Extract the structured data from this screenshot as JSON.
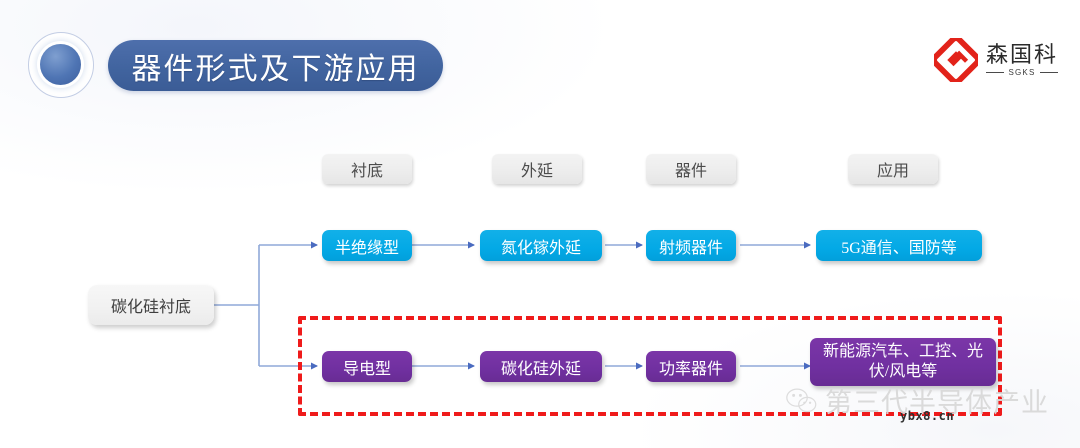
{
  "header": {
    "title": "器件形式及下游应用",
    "decor_icon": "concentric-circle-decoration"
  },
  "brand": {
    "name_cn": "森国科",
    "abbr": "SGKS",
    "mark_icon": "sgks-diamond-logo",
    "mark_color": "#E2231A"
  },
  "diagram": {
    "type": "flow",
    "column_headers": [
      {
        "label": "衬底"
      },
      {
        "label": "外延"
      },
      {
        "label": "器件"
      },
      {
        "label": "应用"
      }
    ],
    "source_node": {
      "label": "碳化硅衬底"
    },
    "rows": [
      {
        "name": "semi-insulating-rf-chain",
        "color": "#03A9E6",
        "nodes": [
          {
            "label": "半绝缘型"
          },
          {
            "label": "氮化镓外延"
          },
          {
            "label": "射频器件"
          },
          {
            "label": "5G通信、国防等"
          }
        ]
      },
      {
        "name": "conductive-power-chain",
        "color": "#7030A0",
        "highlighted": true,
        "nodes": [
          {
            "label": "导电型"
          },
          {
            "label": "碳化硅外延"
          },
          {
            "label": "功率器件"
          },
          {
            "label": "新能源汽车、工控、光伏/风电等",
            "line1": "新能源汽车、工控、光",
            "line2": "伏/风电等"
          }
        ]
      }
    ],
    "highlight_color": "#EF1B1B",
    "connector_color": "#8FA8D8"
  },
  "watermark": {
    "icon": "wechat-icon",
    "account_name": "第三代半导体产业",
    "domain": "ybx8.cn"
  }
}
